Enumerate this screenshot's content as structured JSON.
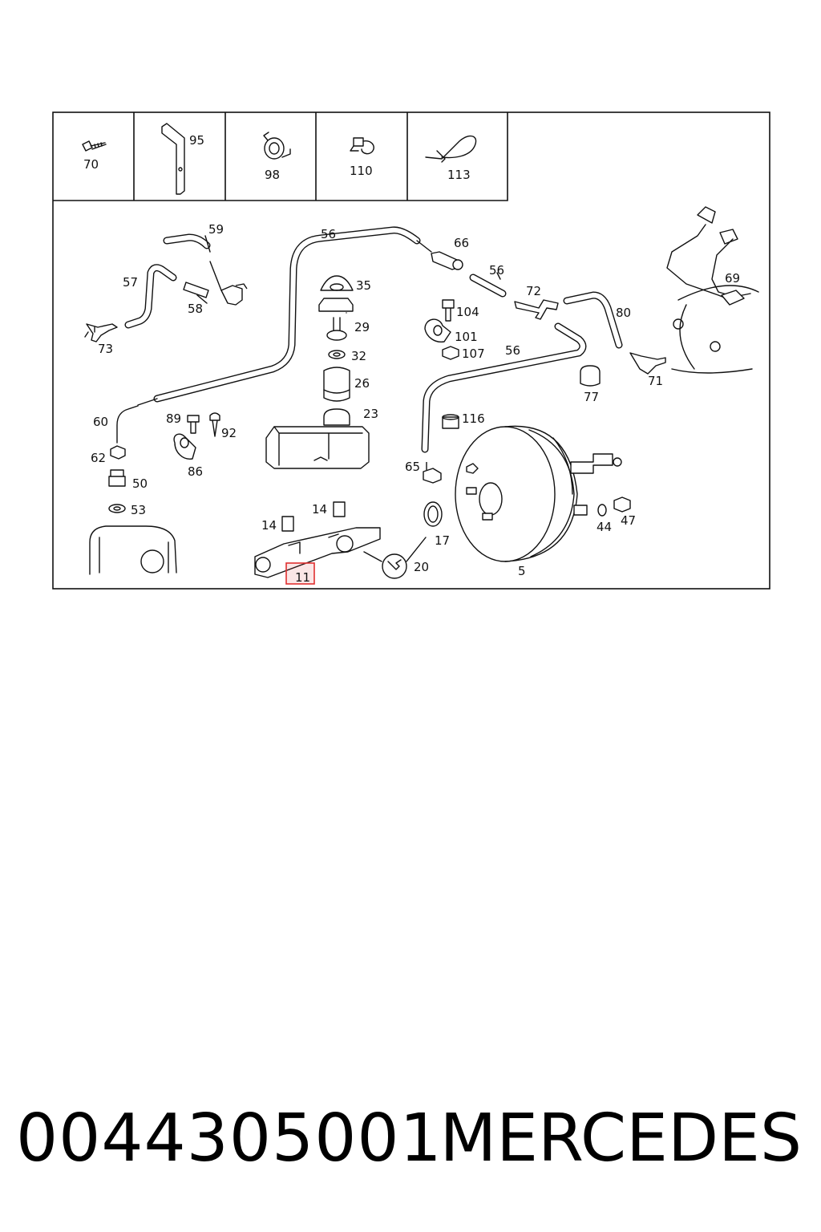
{
  "diagram": {
    "inset_labels": [
      "70",
      "95",
      "98",
      "110",
      "113"
    ],
    "callouts": {
      "p59": "59",
      "p56a": "56",
      "p66": "66",
      "p56b": "56",
      "p57": "57",
      "p58": "58",
      "p35": "35",
      "p29": "29",
      "p32": "32",
      "p26": "26",
      "p23": "23",
      "p73": "73",
      "p104": "104",
      "p101": "101",
      "p107": "107",
      "p72": "72",
      "p80": "80",
      "p56c": "56",
      "p71": "71",
      "p69": "69",
      "p77": "77",
      "p116": "116",
      "p60": "60",
      "p89": "89",
      "p92": "92",
      "p62": "62",
      "p86": "86",
      "p50": "50",
      "p53": "53",
      "p65": "65",
      "p14a": "14",
      "p14b": "14",
      "p17": "17",
      "p20": "20",
      "p11": "11",
      "p5": "5",
      "p44": "44",
      "p47": "47"
    },
    "highlight": {
      "label": "11",
      "color": "#e03030"
    }
  },
  "footer": {
    "part_number": "0044305001",
    "brand": "MERCEDES"
  }
}
